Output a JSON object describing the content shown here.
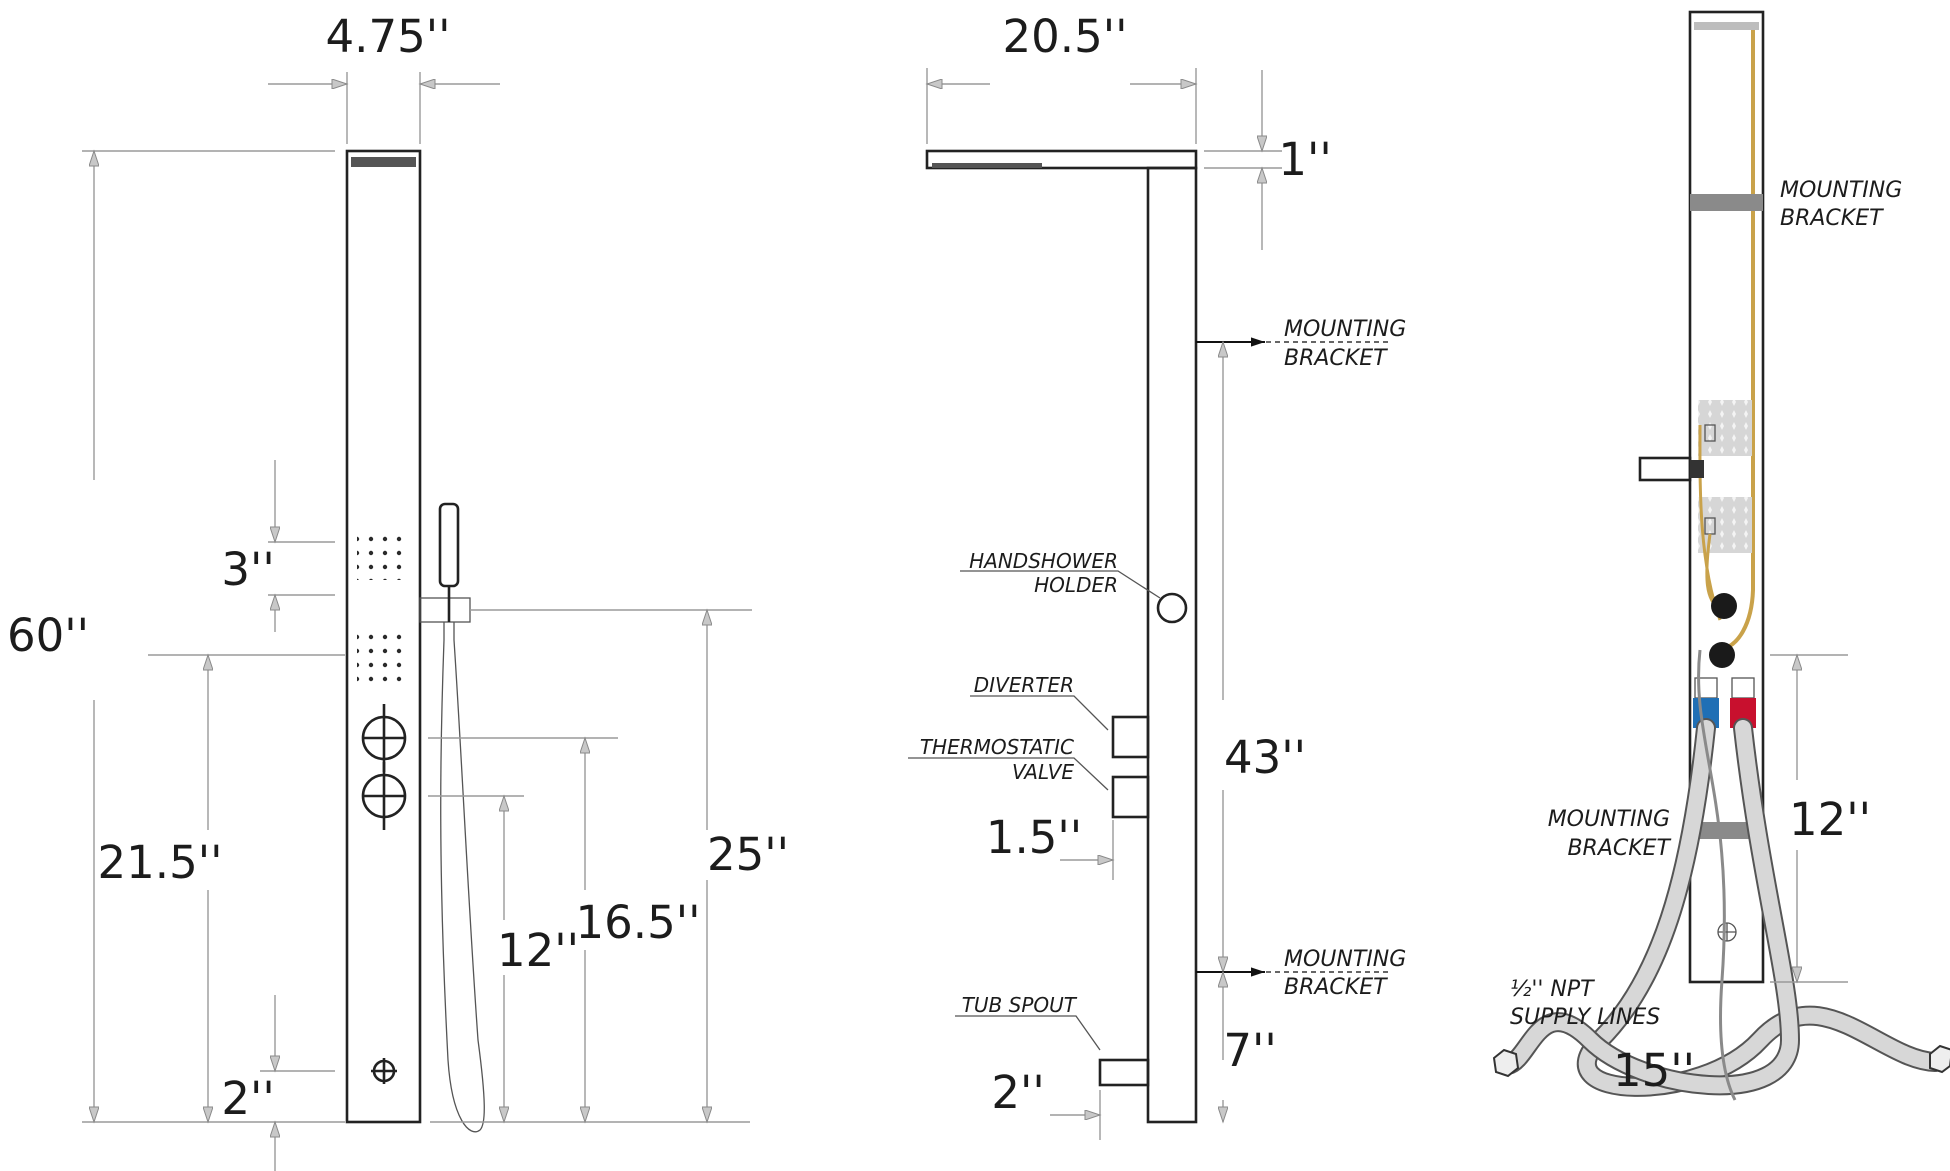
{
  "front_view": {
    "width": "4.75''",
    "height": "60''",
    "body_spray_spacing": "3''",
    "valve_to_floor": "21.5''",
    "tub_spout_to_floor": "2''",
    "holder_height": "25''",
    "diverter_height": "16.5''",
    "thermostatic_height": "12''"
  },
  "side_view": {
    "top_depth": "20.5''",
    "top_thickness": "1''",
    "bracket_spacing": "43''",
    "spout_depth": "2''",
    "valve_depth": "1.5''",
    "bottom_bracket_height": "7''",
    "labels": {
      "mounting_bracket_top_1": "MOUNTING",
      "mounting_bracket_top_2": "BRACKET",
      "mounting_bracket_bottom_1": "MOUNTING",
      "mounting_bracket_bottom_2": "BRACKET",
      "handshower_1": "HANDSHOWER",
      "handshower_2": "HOLDER",
      "diverter": "DIVERTER",
      "thermostatic_1": "THERMOSTATIC",
      "thermostatic_2": "VALVE",
      "tub_spout": "TUB SPOUT"
    }
  },
  "rear_view": {
    "supply_height": "12''",
    "supply_spread": "15''",
    "labels": {
      "bracket_top_1": "MOUNTING",
      "bracket_top_2": "BRACKET",
      "bracket_bottom_1": "MOUNTING",
      "bracket_bottom_2": "BRACKET",
      "supply_1": "½'' NPT",
      "supply_2": "SUPPLY LINES"
    }
  },
  "colors": {
    "line": "#222222",
    "dimension": "#9a9a9a",
    "hot": "#c8102e",
    "cold": "#1f6fb5",
    "supply_line": "#cfcfcf",
    "inner_tube": "#c9a24a"
  }
}
